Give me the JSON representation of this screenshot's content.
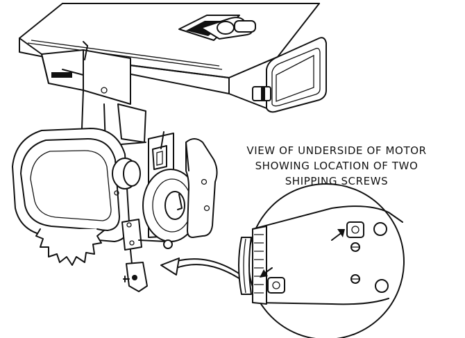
{
  "callout": {
    "line1": "VIEW OF UNDERSIDE OF MOTOR",
    "line2": "SHOWING LOCATION OF TWO",
    "line3": "SHIPPING SCREWS"
  },
  "colors": {
    "ink": "#111111",
    "background": "#ffffff"
  }
}
